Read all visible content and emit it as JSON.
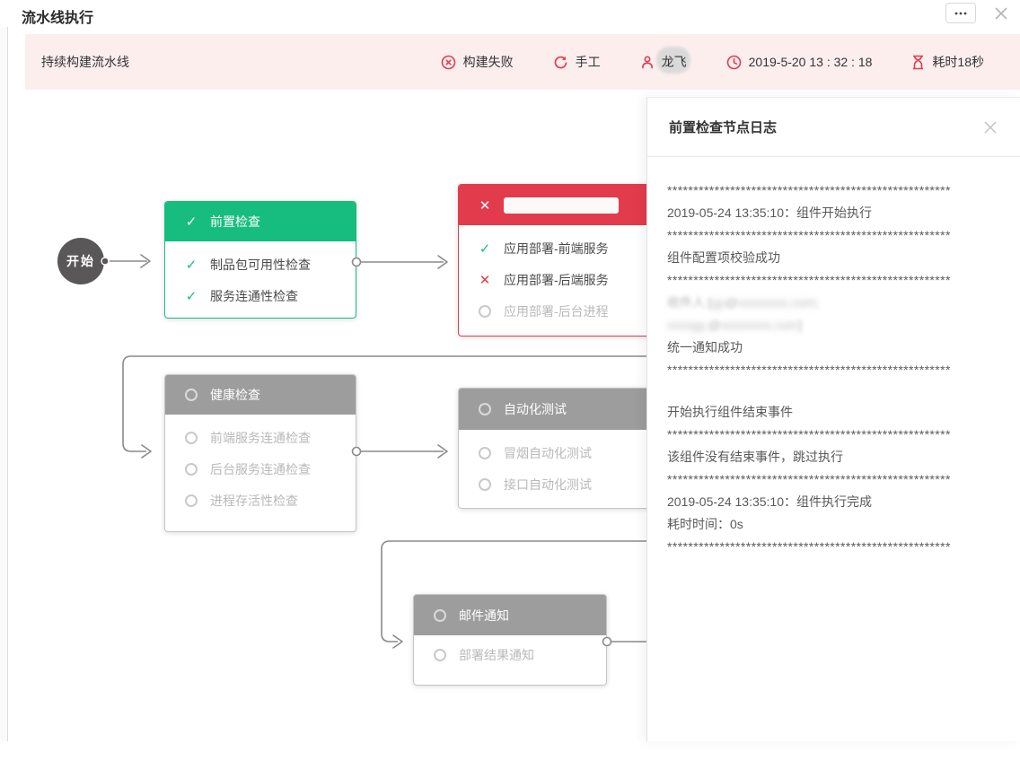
{
  "page": {
    "title": "流水线执行"
  },
  "colors": {
    "accent_red": "#e23c4c",
    "success_green": "#17bd7e",
    "pending_gray": "#9d9d9d",
    "status_bar_pink": "#fdeeee",
    "start_node_gray": "#595757"
  },
  "status_bar": {
    "pipeline_name": "持续构建流水线",
    "status": "构建失败",
    "trigger": "手工",
    "executor": "龙飞",
    "executor_partially_redacted": true,
    "time": "2019-5-20 13 : 32 : 18",
    "duration": "耗时18秒"
  },
  "flow": {
    "start_label": "开始",
    "nodes": [
      {
        "id": "precheck",
        "title": "前置检查",
        "state": "success",
        "items": [
          {
            "label": "制品包可用性检查",
            "state": "success"
          },
          {
            "label": "服务连通性检查",
            "state": "success"
          }
        ]
      },
      {
        "id": "deploy",
        "title": "",
        "title_redacted": true,
        "state": "failed",
        "items": [
          {
            "label": "应用部署-前端服务",
            "state": "success"
          },
          {
            "label": "应用部署-后端服务",
            "state": "failed"
          },
          {
            "label": "应用部署-后台进程",
            "state": "pending"
          }
        ]
      },
      {
        "id": "health",
        "title": "健康检查",
        "state": "pending",
        "items": [
          {
            "label": "前端服务连通检查",
            "state": "pending"
          },
          {
            "label": "后台服务连通检查",
            "state": "pending"
          },
          {
            "label": "进程存活性检查",
            "state": "pending"
          }
        ]
      },
      {
        "id": "autotest",
        "title": "自动化测试",
        "state": "pending",
        "items": [
          {
            "label": "冒烟自动化测试",
            "state": "pending"
          },
          {
            "label": "接口自动化测试",
            "state": "pending"
          }
        ]
      },
      {
        "id": "mail",
        "title": "邮件通知",
        "state": "pending",
        "items": [
          {
            "label": "部署结果通知",
            "state": "pending"
          }
        ]
      }
    ]
  },
  "log_panel": {
    "title": "前置检查节点日志",
    "star_line": "******************************************************",
    "lines": [
      {
        "type": "stars"
      },
      {
        "type": "text",
        "text": "2019-05-24 13:35:10：组件开始执行"
      },
      {
        "type": "stars"
      },
      {
        "type": "text",
        "text": "组件配置项校验成功"
      },
      {
        "type": "stars"
      },
      {
        "type": "redacted",
        "segments": [
          {
            "text": "收件人:[",
            "redacted": false
          },
          {
            "text": "gy",
            "redacted": true
          },
          {
            "text": "@",
            "redacted": false
          },
          {
            "text": "xxxxxxxx.com",
            "redacted": true
          },
          {
            "text": ";",
            "redacted": false
          }
        ]
      },
      {
        "type": "redacted",
        "segments": [
          {
            "text": "xxxxgy,",
            "redacted": true
          },
          {
            "text": "@",
            "redacted": false
          },
          {
            "text": "xxxxxxxx.com",
            "redacted": true
          },
          {
            "text": "]",
            "redacted": false
          }
        ]
      },
      {
        "type": "text",
        "text": "统一通知成功"
      },
      {
        "type": "stars"
      },
      {
        "type": "blank"
      },
      {
        "type": "text",
        "text": "开始执行组件结束事件"
      },
      {
        "type": "stars"
      },
      {
        "type": "text",
        "text": "该组件没有结束事件，跳过执行"
      },
      {
        "type": "stars"
      },
      {
        "type": "text",
        "text": "2019-05-24 13:35:10：组件执行完成"
      },
      {
        "type": "text",
        "text": "耗时时间：0s"
      },
      {
        "type": "stars"
      }
    ]
  }
}
